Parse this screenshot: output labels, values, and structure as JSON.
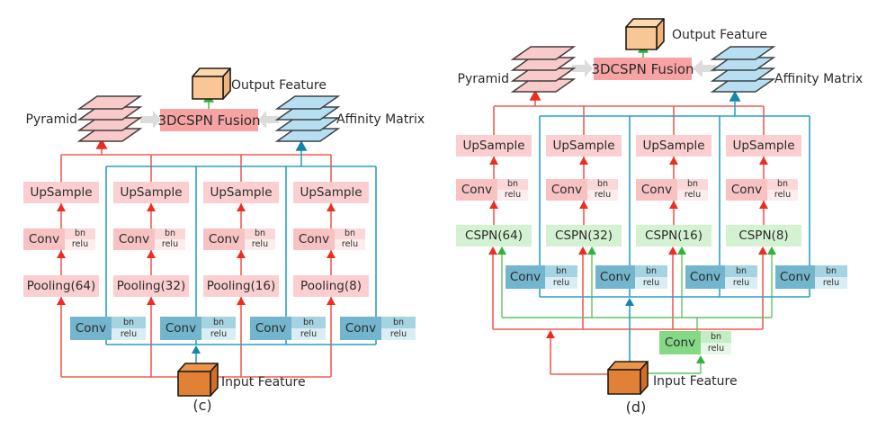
{
  "labels": {
    "upsample": "UpSample",
    "conv": "Conv",
    "bn": "bn",
    "relu": "relu",
    "fusion": "3DCSPN Fusion",
    "pyramid": "Pyramid",
    "affinity_matrix": "Affinity Matrix",
    "output_feature": "Output Feature",
    "input_feature": "Input Feature"
  },
  "panel_c": {
    "caption": "(c)",
    "stage_boxes": [
      "Pooling(64)",
      "Pooling(32)",
      "Pooling(16)",
      "Pooling(8)"
    ]
  },
  "panel_d": {
    "caption": "(d)",
    "stage_boxes": [
      "CSPN(64)",
      "CSPN(32)",
      "CSPN(16)",
      "CSPN(8)"
    ]
  },
  "colors": {
    "red_line": "#f25c52",
    "red_arrow": "#ec2d20",
    "blue_line": "#2aa0c3",
    "blue_arrow": "#1484ab",
    "green_line": "#5fc463",
    "green_arrow": "#2eb33b",
    "gray_arrow": "#dcdcdc",
    "pink_box": "#fbcfcf",
    "fusion_box": "#f8a3a3",
    "blue_conv_box": "#72b5cd",
    "cspn_box": "#d4f1d2",
    "green_conv_box": "#85d985",
    "input_cube": "#e08136",
    "output_cube": "#f8c795",
    "pyramid_sheet": "#f9caca",
    "affinity_sheet": "#b7dff1"
  }
}
